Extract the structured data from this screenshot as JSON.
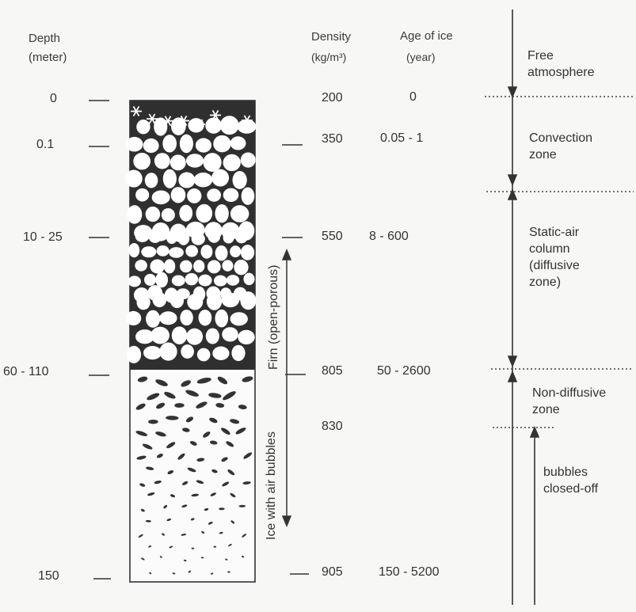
{
  "headers": {
    "depth_line1": "Depth",
    "depth_line2": "(meter)",
    "density_line1": "Density",
    "density_line2": "(kg/m³)",
    "age_line1": "Age of ice",
    "age_line2": "(year)"
  },
  "levels": [
    {
      "depth": "0",
      "density": "200",
      "age": "0"
    },
    {
      "depth": "0.1",
      "density": "350",
      "age": "0.05 - 1"
    },
    {
      "depth": "10 - 25",
      "density": "550",
      "age": "8 - 600"
    },
    {
      "depth": "60 - 110",
      "density": "805",
      "age": "50 - 2600"
    },
    {
      "depth": "",
      "density": "830",
      "age": ""
    },
    {
      "depth": "150",
      "density": "905",
      "age": "150 - 5200"
    }
  ],
  "column_labels": {
    "firn": "Firn (open-porous)",
    "ice": "Ice with air bubbles"
  },
  "zones": {
    "free_atmosphere": "Free\natmosphere",
    "convection": "Convection\nzone",
    "static_air": "Static-air\ncolumn\n(diffusive\nzone)",
    "non_diffusive": "Non-diffusive\nzone",
    "bubbles": "bubbles\nclosed-off"
  }
}
